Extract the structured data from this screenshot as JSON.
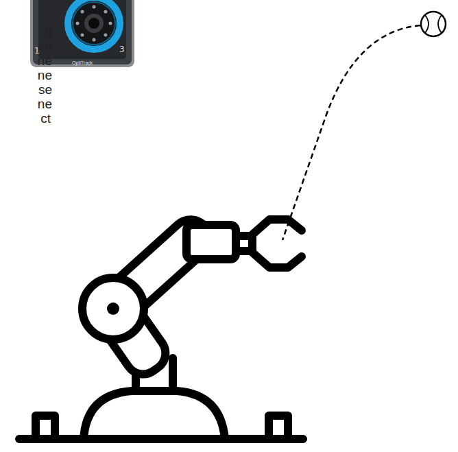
{
  "diagram": {
    "labels": [
      "a",
      "se",
      "ne",
      "ne",
      "se",
      "ne",
      "ct",
      "1",
      "3",
      "OptiTrack"
    ]
  }
}
